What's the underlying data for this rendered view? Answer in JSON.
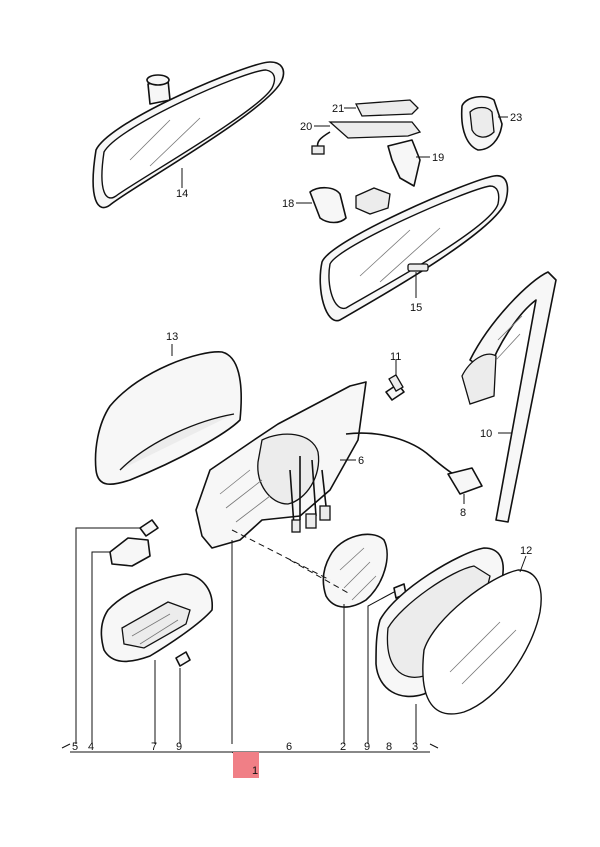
{
  "callouts": {
    "c1": "1",
    "c2": "2",
    "c3": "3",
    "c4": "4",
    "c5": "5",
    "c6": "6",
    "c6b": "6",
    "c7": "7",
    "c8": "8",
    "c8b": "8",
    "c9": "9",
    "c9b": "9",
    "c10": "10",
    "c11": "11",
    "c12": "12",
    "c13": "13",
    "c14": "14",
    "c15": "15",
    "c18": "18",
    "c19": "19",
    "c20": "20",
    "c21": "21",
    "c23": "23"
  },
  "colors": {
    "line": "#111111",
    "highlight": "#f07f86",
    "background": "#ffffff"
  }
}
